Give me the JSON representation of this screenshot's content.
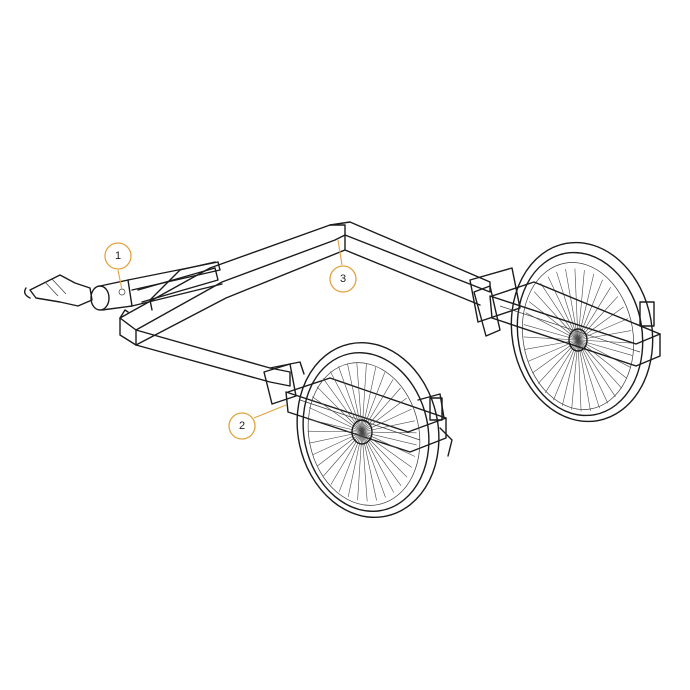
{
  "callouts": [
    {
      "label": "1"
    },
    {
      "label": "2"
    },
    {
      "label": "3"
    }
  ],
  "colors": {
    "line": "#1c1c1c",
    "callout": "#e2a341",
    "background": "#ffffff"
  }
}
